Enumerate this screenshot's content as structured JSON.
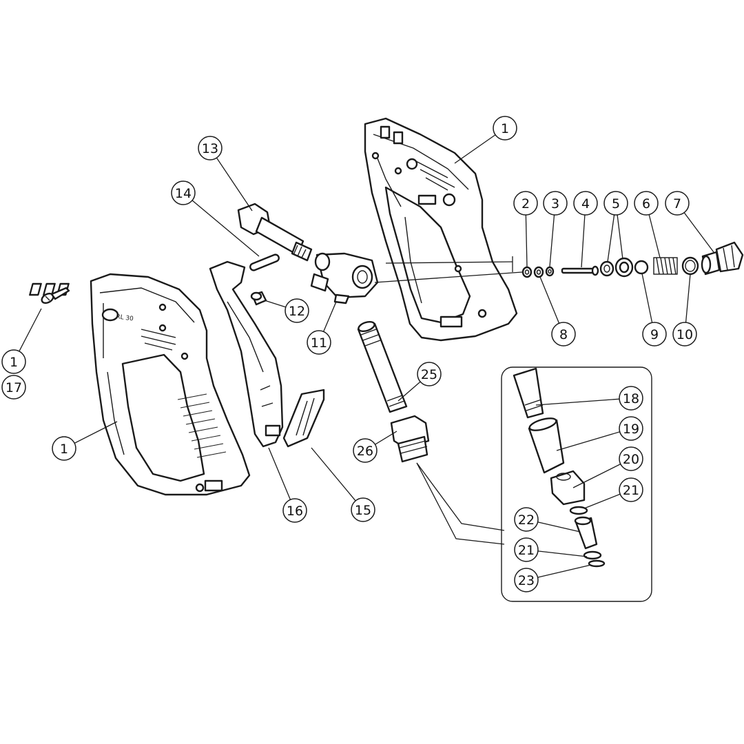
{
  "diagram": {
    "emboss_text": "RL 30",
    "callouts": [
      {
        "id": "c-1-left-handle",
        "label": "1"
      },
      {
        "id": "c-1-right-handle",
        "label": "1"
      },
      {
        "id": "c-1-screw",
        "label": "1"
      },
      {
        "id": "c-17",
        "label": "17"
      },
      {
        "id": "c-2",
        "label": "2"
      },
      {
        "id": "c-3",
        "label": "3"
      },
      {
        "id": "c-4",
        "label": "4"
      },
      {
        "id": "c-5",
        "label": "5"
      },
      {
        "id": "c-6",
        "label": "6"
      },
      {
        "id": "c-7",
        "label": "7"
      },
      {
        "id": "c-8",
        "label": "8"
      },
      {
        "id": "c-9",
        "label": "9"
      },
      {
        "id": "c-10",
        "label": "10"
      },
      {
        "id": "c-11",
        "label": "11"
      },
      {
        "id": "c-12",
        "label": "12"
      },
      {
        "id": "c-13",
        "label": "13"
      },
      {
        "id": "c-14",
        "label": "14"
      },
      {
        "id": "c-15",
        "label": "15"
      },
      {
        "id": "c-16",
        "label": "16"
      },
      {
        "id": "c-18",
        "label": "18"
      },
      {
        "id": "c-19",
        "label": "19"
      },
      {
        "id": "c-20",
        "label": "20"
      },
      {
        "id": "c-21-top",
        "label": "21"
      },
      {
        "id": "c-21-bottom",
        "label": "21"
      },
      {
        "id": "c-22",
        "label": "22"
      },
      {
        "id": "c-23",
        "label": "23"
      },
      {
        "id": "c-25",
        "label": "25"
      },
      {
        "id": "c-26",
        "label": "26"
      }
    ]
  }
}
